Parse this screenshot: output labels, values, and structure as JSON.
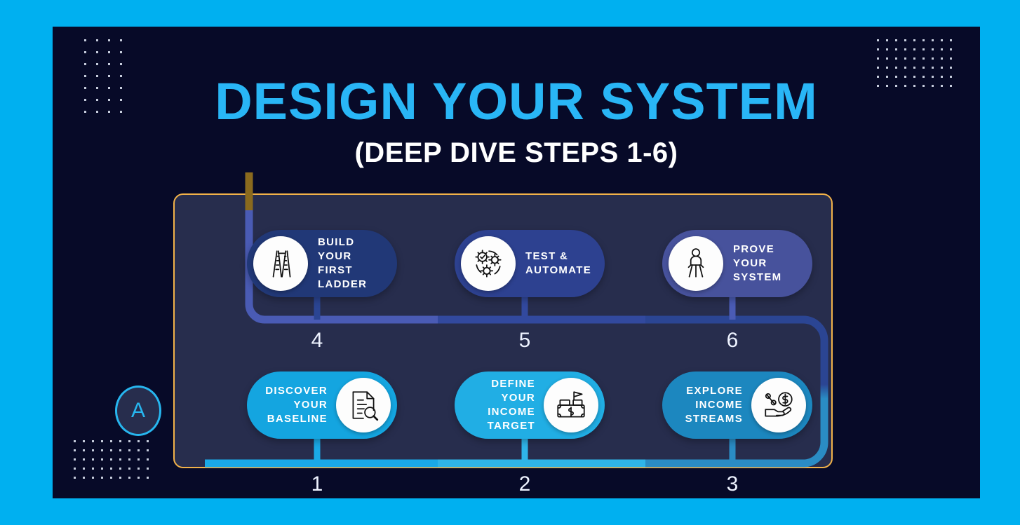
{
  "header": {
    "title": "DESIGN YOUR SYSTEM",
    "subtitle": "(DEEP DIVE STEPS 1-6)"
  },
  "start_marker": {
    "label": "A"
  },
  "colors": {
    "page_background": "#00b0f0",
    "slide_background": "#070a28",
    "panel_background": "#272d4d",
    "panel_border": "#f2b249",
    "title": "#29b6f6",
    "subtitle": "#ffffff",
    "marker": "#27b6ef"
  },
  "steps": [
    {
      "number": "1",
      "label": "DISCOVER\nYOUR\nBASELINE",
      "icon": "document-search-icon",
      "row": "bottom",
      "card_color": "#14a5e0",
      "track_color": "#1aa9e6"
    },
    {
      "number": "2",
      "label": "DEFINE YOUR\nINCOME\nTARGET",
      "icon": "money-flag-icon",
      "row": "bottom",
      "card_color": "#21aee4",
      "track_color": "#2fb4e8"
    },
    {
      "number": "3",
      "label": "EXPLORE\nINCOME\nSTREAMS",
      "icon": "hand-coin-percent-icon",
      "row": "bottom",
      "card_color": "#1c87bf",
      "track_color": "#2a8cc4"
    },
    {
      "number": "4",
      "label": "BUILD YOUR\nFIRST\nLADDER",
      "icon": "ladder-icon",
      "row": "top",
      "card_color": "#213877",
      "track_color": "#2b4593"
    },
    {
      "number": "5",
      "label": "TEST &\nAUTOMATE",
      "icon": "gears-check-icon",
      "row": "top",
      "card_color": "#2d4190",
      "track_color": "#32499e"
    },
    {
      "number": "6",
      "label": "PROVE YOUR\nSYSTEM",
      "icon": "person-stance-icon",
      "row": "top",
      "card_color": "#47529c",
      "track_color": "#4a5bb4"
    }
  ]
}
